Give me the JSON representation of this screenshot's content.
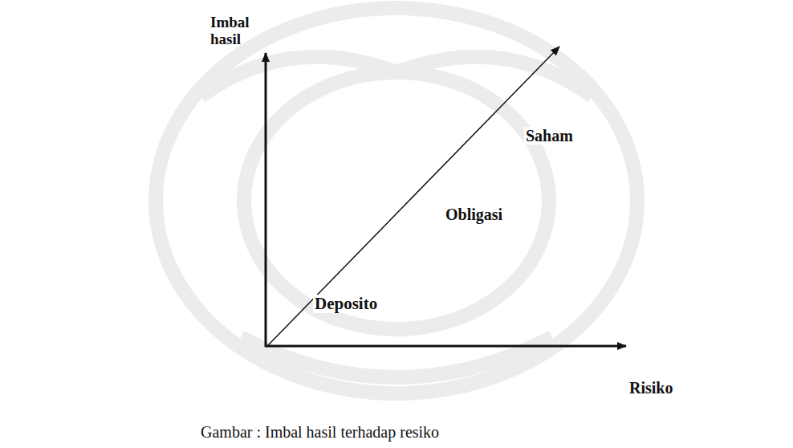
{
  "diagram": {
    "caption": "Gambar : Imbal hasil terhadap resiko",
    "labels": [
      "Imbal hasil",
      "Risiko",
      "Deposito",
      "Obligasi",
      "Saham"
    ]
  }
}
